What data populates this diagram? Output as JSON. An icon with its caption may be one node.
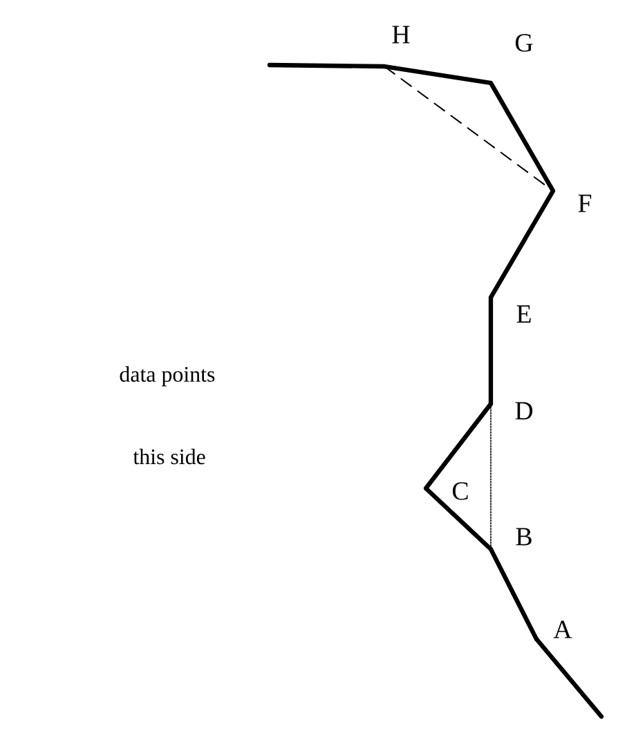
{
  "diagram": {
    "nodes": [
      {
        "text": [],
        "shape": "point",
        "beside": [
          "H"
        ]
      },
      {
        "text": [],
        "shape": "point",
        "beside": [
          "G"
        ]
      },
      {
        "text": [],
        "shape": "point",
        "beside": [
          "F"
        ]
      },
      {
        "text": [],
        "shape": "point",
        "beside": [
          "E"
        ]
      },
      {
        "text": [],
        "shape": "point",
        "beside": [
          "D"
        ]
      },
      {
        "text": [],
        "shape": "point",
        "beside": [
          "C"
        ]
      },
      {
        "text": [],
        "shape": "point",
        "beside": [
          "B"
        ]
      },
      {
        "text": [],
        "shape": "point",
        "beside": [
          "A"
        ]
      }
    ],
    "edges": [
      {
        "from": null,
        "to": 0,
        "arrow": "none"
      },
      {
        "from": 0,
        "to": 1,
        "arrow": "none"
      },
      {
        "from": 1,
        "to": 2,
        "arrow": "none"
      },
      {
        "from": 2,
        "to": 3,
        "arrow": "none"
      },
      {
        "from": 3,
        "to": 4,
        "arrow": "none"
      },
      {
        "from": 4,
        "to": 5,
        "arrow": "none"
      },
      {
        "from": 5,
        "to": 6,
        "arrow": "none"
      },
      {
        "from": 6,
        "to": 7,
        "arrow": "none"
      },
      {
        "from": 7,
        "to": null,
        "arrow": "none"
      },
      {
        "from": 0,
        "to": 2,
        "arrow": "none",
        "style": "dashed"
      },
      {
        "from": 4,
        "to": 6,
        "arrow": "none",
        "style": "dashed"
      }
    ],
    "labels": [
      "data points",
      "this side"
    ]
  }
}
